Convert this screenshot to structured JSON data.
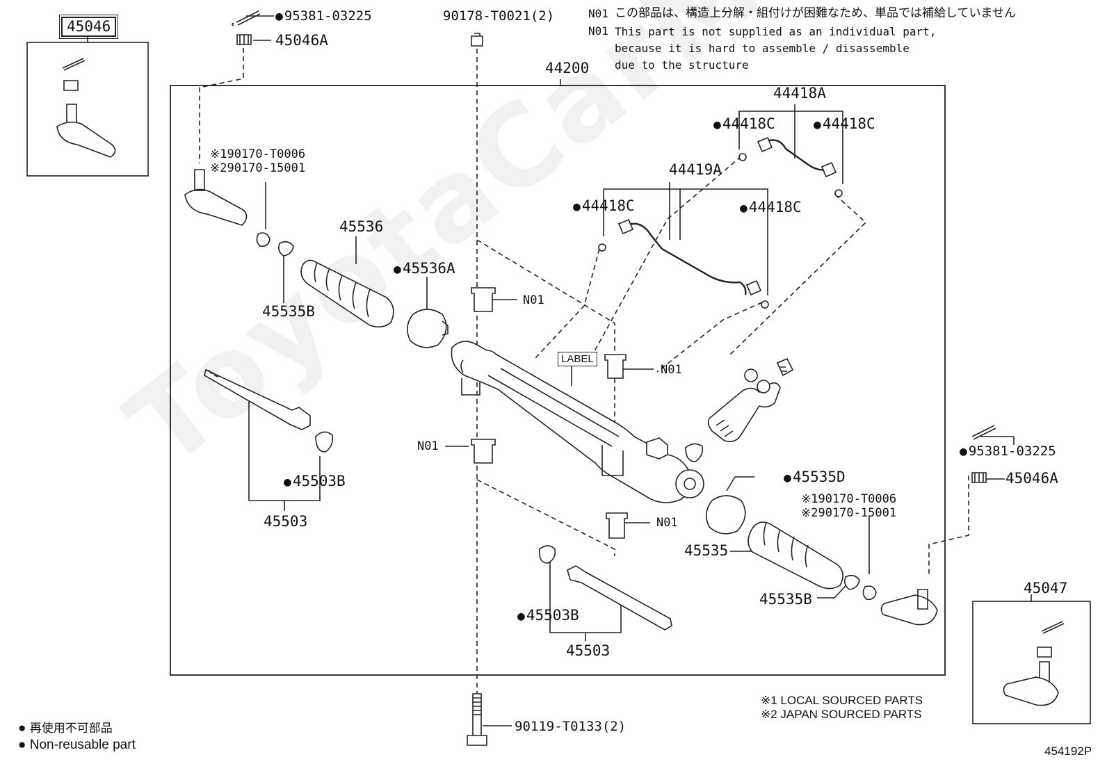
{
  "watermark": "ToyotaCarMine.ru",
  "figure_code": "454192P",
  "note_n01_label": "N01",
  "note_n01_jp": "この部品は、構造上分解・組付けが困難なため、単品では補給していません",
  "note_n01_en_1": "This part is not supplied as an individual part,",
  "note_n01_en_2": "because it is hard to assemble / disassemble",
  "note_n01_en_3": "due to the structure",
  "legend": {
    "jp": "再使用不可部品",
    "en": "Non-reusable part",
    "dot": "●"
  },
  "sourcing": {
    "local": "※1 LOCAL SOURCED PARTS",
    "japan": "※2 JAPAN SOURCED PARTS"
  },
  "labels": {
    "p45046": "45046",
    "p45047": "45047",
    "p95381_l": "95381-03225",
    "p45046A_l": "45046A",
    "p95381_r": "95381-03225",
    "p45046A_r": "45046A",
    "p90178": "90178-T0021(2)",
    "p44200": "44200",
    "p44418A": "44418A",
    "p44418C_1": "44418C",
    "p44418C_2": "44418C",
    "p44418C_3": "44418C",
    "p44418C_4": "44418C",
    "p44419A": "44419A",
    "s190170_l": "※190170-T0006",
    "s290170_l": "※290170-15001",
    "s190170_r": "※190170-T0006",
    "s290170_r": "※290170-15001",
    "p45536": "45536",
    "p45536A": "45536A",
    "p45535B_l": "45535B",
    "p45535B_r": "45535B",
    "n01_1": "N01",
    "n01_2": "N01",
    "n01_3": "N01",
    "n01_4": "N01",
    "label_tag": "LABEL",
    "p45503B_l": "45503B",
    "p45503_l": "45503",
    "p45503B_r": "45503B",
    "p45503_r": "45503",
    "p45535D": "45535D",
    "p45535": "45535",
    "p90119": "90119-T0133(2)"
  }
}
